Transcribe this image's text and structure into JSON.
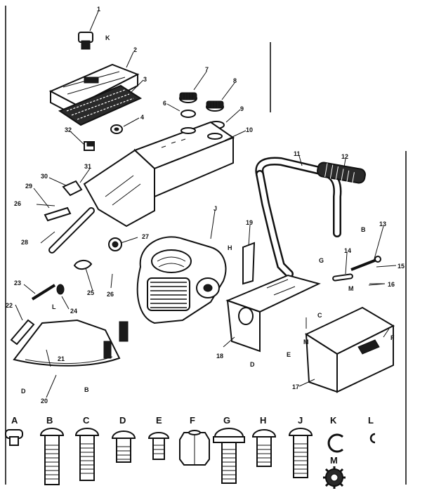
{
  "callouts": [
    {
      "id": "c1",
      "text": "1"
    },
    {
      "id": "cK",
      "text": "K"
    },
    {
      "id": "c2",
      "text": "2"
    },
    {
      "id": "c3",
      "text": "3"
    },
    {
      "id": "c4",
      "text": "4"
    },
    {
      "id": "c32",
      "text": "32"
    },
    {
      "id": "c7",
      "text": "7"
    },
    {
      "id": "c8",
      "text": "8"
    },
    {
      "id": "c6",
      "text": "6"
    },
    {
      "id": "c9",
      "text": "9"
    },
    {
      "id": "c10",
      "text": "10"
    },
    {
      "id": "c11",
      "text": "11"
    },
    {
      "id": "c12",
      "text": "12"
    },
    {
      "id": "c30",
      "text": "30"
    },
    {
      "id": "c31",
      "text": "31"
    },
    {
      "id": "c29",
      "text": "29"
    },
    {
      "id": "c26",
      "text": "26"
    },
    {
      "id": "c28",
      "text": "28"
    },
    {
      "id": "cJ",
      "text": "J"
    },
    {
      "id": "c27",
      "text": "27"
    },
    {
      "id": "c19",
      "text": "19"
    },
    {
      "id": "cH",
      "text": "H"
    },
    {
      "id": "cB1",
      "text": "B"
    },
    {
      "id": "c13",
      "text": "13"
    },
    {
      "id": "c14",
      "text": "14"
    },
    {
      "id": "c15",
      "text": "15"
    },
    {
      "id": "c16",
      "text": "16"
    },
    {
      "id": "cM1",
      "text": "M"
    },
    {
      "id": "cG",
      "text": "G"
    },
    {
      "id": "cC1",
      "text": "C"
    },
    {
      "id": "c25",
      "text": "25"
    },
    {
      "id": "c26b",
      "text": "26"
    },
    {
      "id": "c23",
      "text": "23"
    },
    {
      "id": "c24",
      "text": "24"
    },
    {
      "id": "c22",
      "text": "22"
    },
    {
      "id": "cL",
      "text": "L"
    },
    {
      "id": "c21",
      "text": "21"
    },
    {
      "id": "cD",
      "text": "D"
    },
    {
      "id": "c20",
      "text": "20"
    },
    {
      "id": "cE",
      "text": "E"
    },
    {
      "id": "cM2",
      "text": "M"
    },
    {
      "id": "c18",
      "text": "18"
    },
    {
      "id": "cF",
      "text": "F"
    },
    {
      "id": "c17",
      "text": "17"
    },
    {
      "id": "cD2",
      "text": "D"
    },
    {
      "id": "cB2",
      "text": "B"
    }
  ],
  "hardware": [
    {
      "id": "A",
      "text": "A"
    },
    {
      "id": "B",
      "text": "B"
    },
    {
      "id": "C",
      "text": "C"
    },
    {
      "id": "D",
      "text": "D"
    },
    {
      "id": "E",
      "text": "E"
    },
    {
      "id": "F",
      "text": "F"
    },
    {
      "id": "G",
      "text": "G"
    },
    {
      "id": "H",
      "text": "H"
    },
    {
      "id": "J",
      "text": "J"
    },
    {
      "id": "K",
      "text": "K"
    },
    {
      "id": "L",
      "text": "L"
    },
    {
      "id": "M",
      "text": "M"
    }
  ]
}
